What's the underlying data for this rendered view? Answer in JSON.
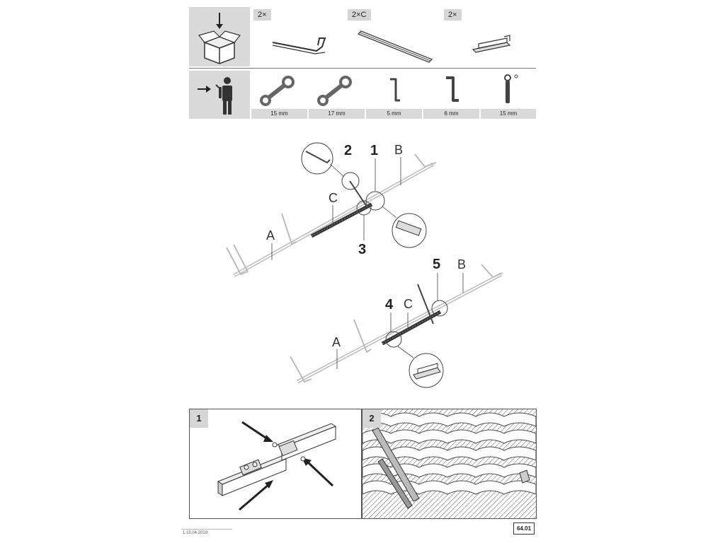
{
  "parts": [
    {
      "qty": "2×",
      "icon": "hook-bracket-icon"
    },
    {
      "qty": "2×C",
      "icon": "rail-c-icon"
    },
    {
      "qty": "2×",
      "icon": "clamp-icon"
    }
  ],
  "tools": [
    {
      "label": "15 mm",
      "icon": "wrench-icon"
    },
    {
      "label": "17 mm",
      "icon": "wrench-icon"
    },
    {
      "label": "5 mm",
      "icon": "hex-key-icon"
    },
    {
      "label": "6 mm",
      "icon": "hex-key-icon"
    },
    {
      "label": "15 mm",
      "icon": "ratchet-icon"
    }
  ],
  "diagram1": {
    "n1": "1",
    "n2": "2",
    "n3": "3",
    "A": "A",
    "B": "B",
    "C": "C"
  },
  "diagram2": {
    "n4": "4",
    "n5": "5",
    "A": "A",
    "B": "B",
    "C": "C"
  },
  "panels": [
    {
      "num": "1"
    },
    {
      "num": "2"
    }
  ],
  "footer": {
    "revision": "1  15.04.2019",
    "page": "64.01"
  }
}
